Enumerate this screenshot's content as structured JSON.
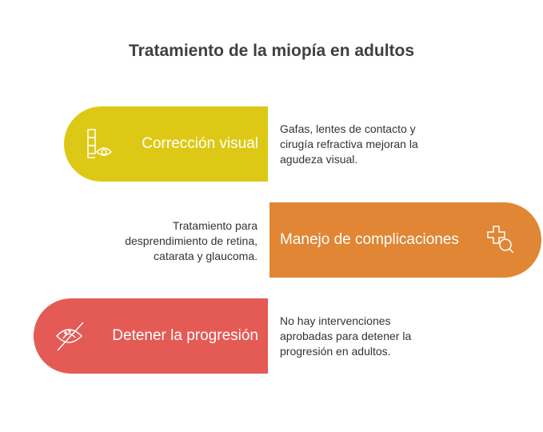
{
  "title": "Tratamiento de la miopía en adultos",
  "colors": {
    "yellow": "#DDC915",
    "orange": "#E08634",
    "red": "#E45A55"
  },
  "items": [
    {
      "label": "Corrección visual",
      "icon": "eye-chart-icon",
      "description": "Gafas, lentes de contacto y cirugía refractiva mejoran la agudeza visual."
    },
    {
      "label": "Manejo de complicaciones",
      "icon": "medical-search-icon",
      "description": "Tratamiento para desprendimiento de retina, catarata y glaucoma."
    },
    {
      "label": "Detener la progresión",
      "icon": "eye-off-icon",
      "description": "No hay intervenciones aprobadas para detener la progresión en adultos."
    }
  ]
}
